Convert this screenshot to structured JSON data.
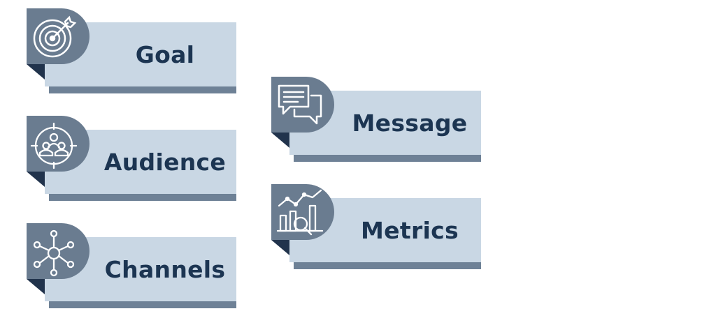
{
  "colors": {
    "card": "#c9d7e4",
    "icon_tab": "#6a7c90",
    "shadow": "#6e8196",
    "fold": "#21334c",
    "text": "#1c3552"
  },
  "cards": [
    {
      "label": "Goal",
      "icon": "target-icon"
    },
    {
      "label": "Audience",
      "icon": "audience-target-icon"
    },
    {
      "label": "Channels",
      "icon": "network-hub-icon"
    },
    {
      "label": "Message",
      "icon": "chat-bubbles-icon"
    },
    {
      "label": "Metrics",
      "icon": "analytics-chart-icon"
    }
  ]
}
